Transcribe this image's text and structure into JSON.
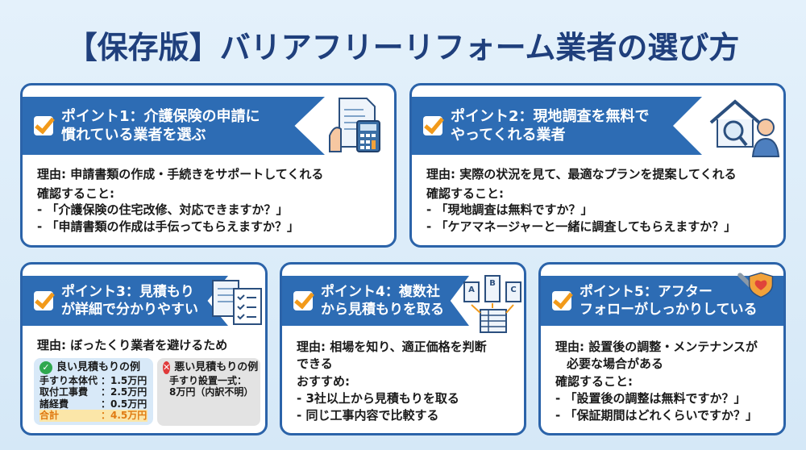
{
  "title": "【保存版】バリアフリーリフォーム業者の選び方",
  "cards": [
    {
      "heading": [
        "ポイント1：介護保険の申請に",
        "慣れている業者を選ぶ"
      ],
      "reason": "理由: 申請書類の作成・手続きをサポートしてくれる",
      "check_label": "確認すること:",
      "items": [
        "- 「介護保険の住宅改修、対応できますか？」",
        "- 「申請書類の作成は手伝ってもらえますか？」"
      ],
      "icon": "document-calculator-icon"
    },
    {
      "heading": [
        "ポイント2：現地調査を無料で",
        "やってくれる業者"
      ],
      "reason": "理由: 実際の状況を見て、最適なプランを提案してくれる",
      "check_label": "確認すること:",
      "items": [
        "- 「現地調査は無料ですか？」",
        "- 「ケアマネージャーと一緒に調査してもらえますか？」"
      ],
      "icon": "house-magnifier-elder-icon"
    },
    {
      "heading": [
        "ポイント3：見積もり",
        "が詳細で分かりやすい"
      ],
      "reason": "理由: ぼったくり業者を避けるため",
      "good": {
        "title": "良い見積もりの例",
        "rows": [
          [
            "手すり本体代",
            "：1.5万円"
          ],
          [
            "取付工事費",
            "：2.5万円"
          ],
          [
            "諸経費",
            "：0.5万円"
          ]
        ],
        "total": [
          "合計",
          "：4.5万円"
        ]
      },
      "bad": {
        "title": "悪い見積もりの例",
        "lines": [
          "手すり設置一式：",
          "8万円（内訳不明）"
        ]
      },
      "icon": "documents-checklist-icon"
    },
    {
      "heading": [
        "ポイント4：複数社",
        "から見積もりを取る"
      ],
      "reason": [
        "理由: 相場を知り、適正価格を判断",
        "できる"
      ],
      "check_label": "おすすめ:",
      "items": [
        "- 3社以上から見積もりを取る",
        "- 同じ工事内容で比較する"
      ],
      "icon": "buildings-compare-icon",
      "building_labels": [
        "A",
        "B",
        "C"
      ]
    },
    {
      "heading": [
        "ポイント5：アフター",
        "フォローがしっかりしている"
      ],
      "reason": [
        "理由: 設置後の調整・メンテナンスが",
        "必要な場合がある"
      ],
      "check_label": "確認すること:",
      "items": [
        "- 「設置後の調整は無料ですか？」",
        "- 「保証期間はどれくらいですか？」"
      ],
      "icon": "wrench-shield-heart-icon"
    }
  ],
  "colors": {
    "banner": "#2d6cb4",
    "title": "#1f3f7c",
    "accent": "#f29a1a"
  }
}
